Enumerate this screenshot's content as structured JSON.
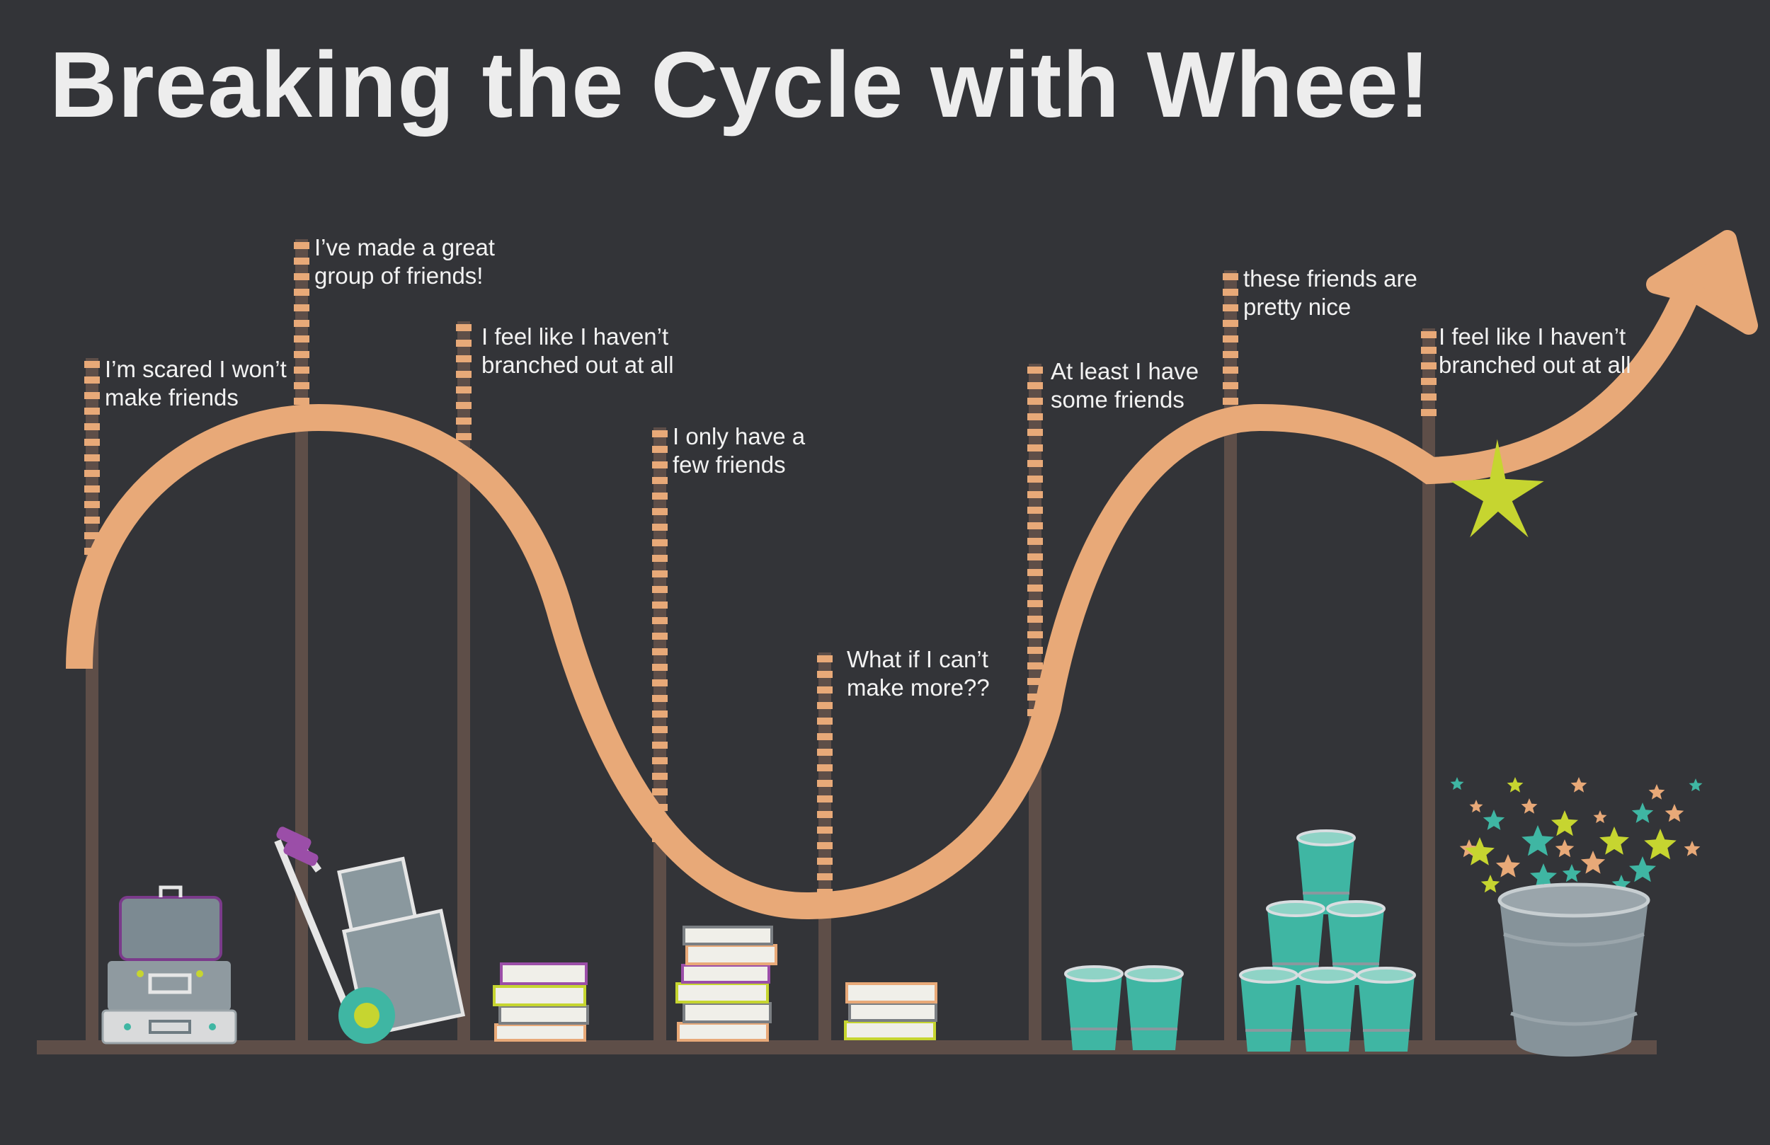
{
  "title": "Breaking the Cycle with Whee!",
  "colors": {
    "background": "#333438",
    "track": "#e8a978",
    "post": "#5e4e48",
    "ladder_stripe": "#e8a978",
    "star": "#c6d530",
    "cup": "#3fb6a3",
    "bucket": "#86939a"
  },
  "posts": [
    {
      "label_lines": [
        "I’m scared I won’t",
        "make friends"
      ]
    },
    {
      "label_lines": [
        "I’ve made a great",
        "group of friends!"
      ]
    },
    {
      "label_lines": [
        "I feel like I haven’t",
        "branched out at all"
      ]
    },
    {
      "label_lines": [
        "I only have a",
        "few friends"
      ]
    },
    {
      "label_lines": [
        "What if I can’t",
        "make more??"
      ]
    },
    {
      "label_lines": [
        "At least I have",
        "some friends"
      ]
    },
    {
      "label_lines": [
        "these friends are",
        "pretty nice"
      ]
    },
    {
      "label_lines": [
        "I feel like I haven’t",
        "branched out at all"
      ]
    }
  ],
  "props": [
    {
      "name": "suitcases-icon"
    },
    {
      "name": "hand-truck-icon"
    },
    {
      "name": "book-stack-icon"
    },
    {
      "name": "tall-book-stack-icon"
    },
    {
      "name": "small-book-stack-icon"
    },
    {
      "name": "two-cups-icon"
    },
    {
      "name": "cup-pyramid-icon"
    },
    {
      "name": "star-bucket-icon"
    }
  ]
}
